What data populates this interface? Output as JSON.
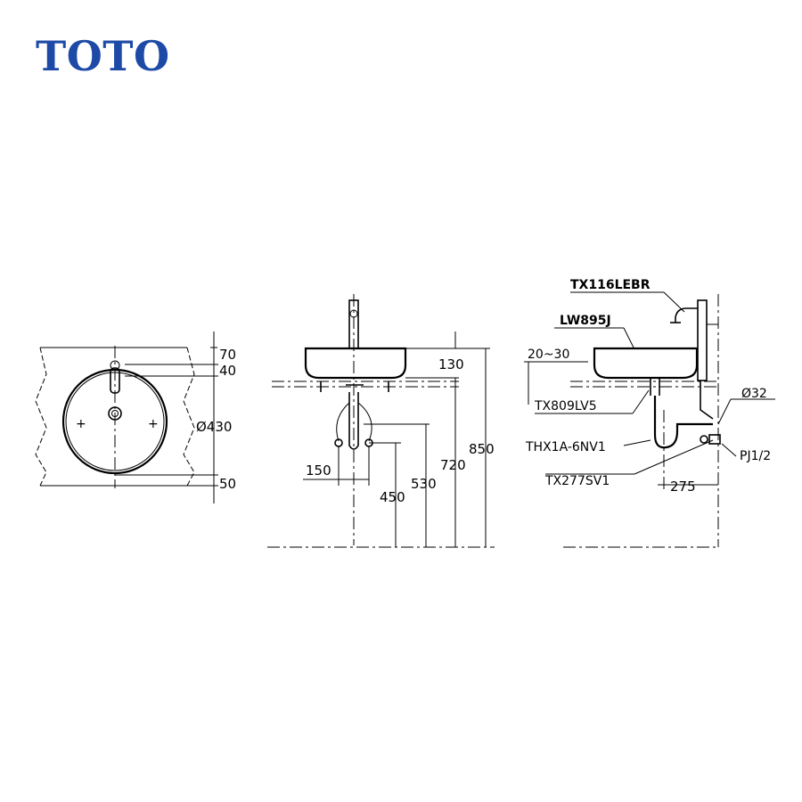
{
  "brand": {
    "logo_text": "TOTO",
    "logo_color": "#1d4aa6"
  },
  "top_view": {
    "dims": {
      "top_offset": "70",
      "faucet_offset": "40",
      "diameter": "Ø430",
      "bottom_offset": "50"
    }
  },
  "front_view": {
    "dims": {
      "basin_height": "130",
      "valve_spacing": "150",
      "supply_height": "450",
      "drain_height": "530",
      "rim_height_720": "720",
      "rim_height_850": "850"
    }
  },
  "side_view": {
    "parts": {
      "faucet": "TX116LEBR",
      "basin": "LW895J",
      "drain": "TX809LV5",
      "trap": "THX1A-6NV1",
      "angle_valve": "TX277SV1",
      "pipe": "PJ1/2"
    },
    "dims": {
      "counter_thickness": "20~30",
      "drain_pipe": "Ø32",
      "wall_offset": "275"
    }
  }
}
